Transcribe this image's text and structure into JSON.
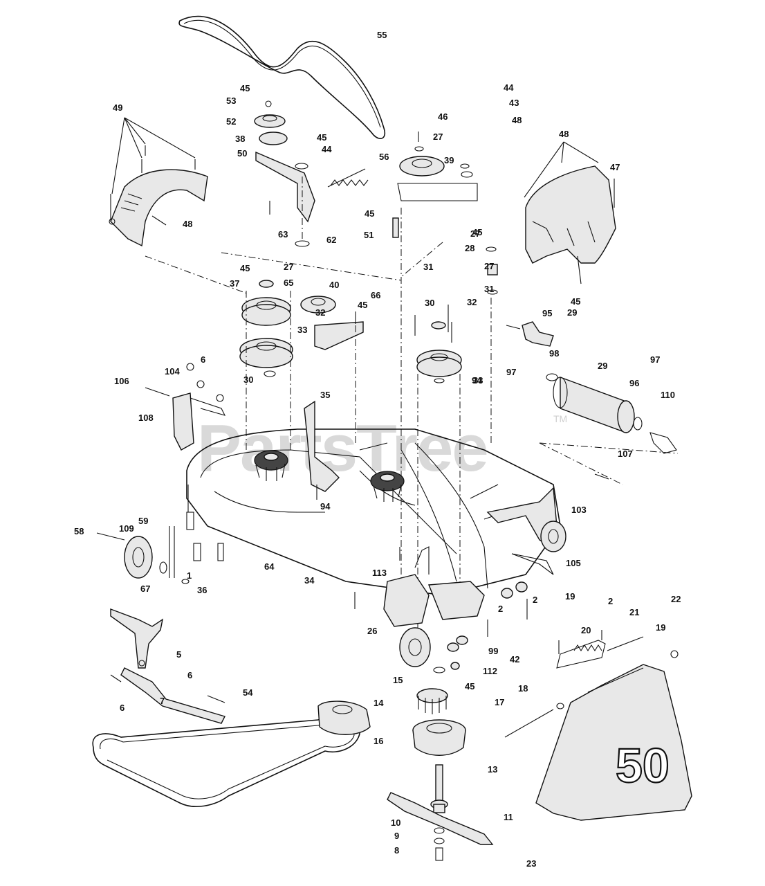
{
  "watermark": "PartsTree",
  "trademark": "TM",
  "deck_badge": "50",
  "labels": [
    "55",
    "45",
    "53",
    "52",
    "38",
    "50",
    "45",
    "44",
    "63",
    "62",
    "56",
    "46",
    "27",
    "39",
    "45",
    "51",
    "45",
    "44",
    "43",
    "48",
    "49",
    "48",
    "48",
    "47",
    "45",
    "27",
    "28",
    "27",
    "31",
    "45",
    "27",
    "65",
    "40",
    "37",
    "45",
    "66",
    "32",
    "33",
    "30",
    "31",
    "30",
    "32",
    "33",
    "94",
    "95",
    "29",
    "97",
    "98",
    "29",
    "97",
    "96",
    "110",
    "6",
    "104",
    "106",
    "108",
    "35",
    "94",
    "107",
    "103",
    "59",
    "58",
    "109",
    "1",
    "64",
    "67",
    "36",
    "34",
    "113",
    "105",
    "26",
    "2",
    "2",
    "19",
    "2",
    "21",
    "22",
    "20",
    "19",
    "42",
    "99",
    "15",
    "112",
    "45",
    "5",
    "14",
    "18",
    "17",
    "6",
    "6",
    "7",
    "54",
    "16",
    "13",
    "11",
    "10",
    "9",
    "8",
    "23"
  ]
}
